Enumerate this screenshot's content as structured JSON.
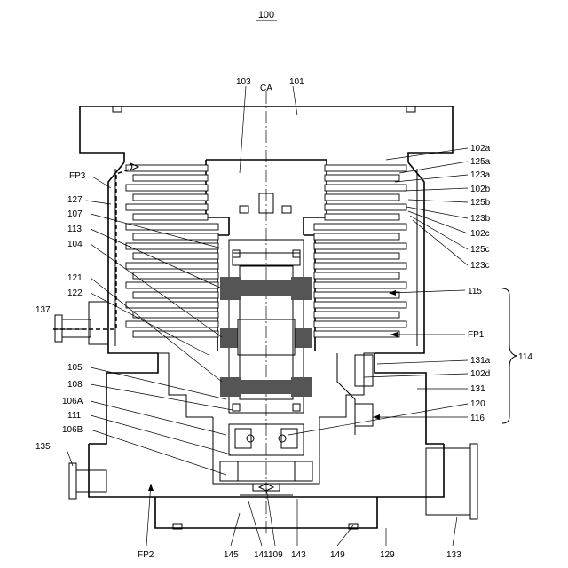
{
  "figure": {
    "number": "100",
    "center_axis_label": "CA",
    "labels": {
      "l103": "103",
      "l101": "101",
      "l102a": "102a",
      "l125a": "125a",
      "l123a": "123a",
      "l102b": "102b",
      "l125b": "125b",
      "l123b": "123b",
      "l102c": "102c",
      "l125c": "125c",
      "l123c": "123c",
      "lFP3": "FP3",
      "l127": "127",
      "l107": "107",
      "l113": "113",
      "l104": "104",
      "l121": "121",
      "l122": "122",
      "l137": "137",
      "l115": "115",
      "lFP1": "FP1",
      "l114": "114",
      "l131a": "131a",
      "l102d": "102d",
      "l131": "131",
      "l105": "105",
      "l108": "108",
      "l120": "120",
      "l106A": "106A",
      "l111": "111",
      "l106B": "106B",
      "l116": "116",
      "l135": "135",
      "lFP2": "FP2",
      "l145": "145",
      "l141": "141",
      "l109": "109",
      "l143": "143",
      "l149": "149",
      "l129": "129",
      "l133": "133"
    }
  }
}
